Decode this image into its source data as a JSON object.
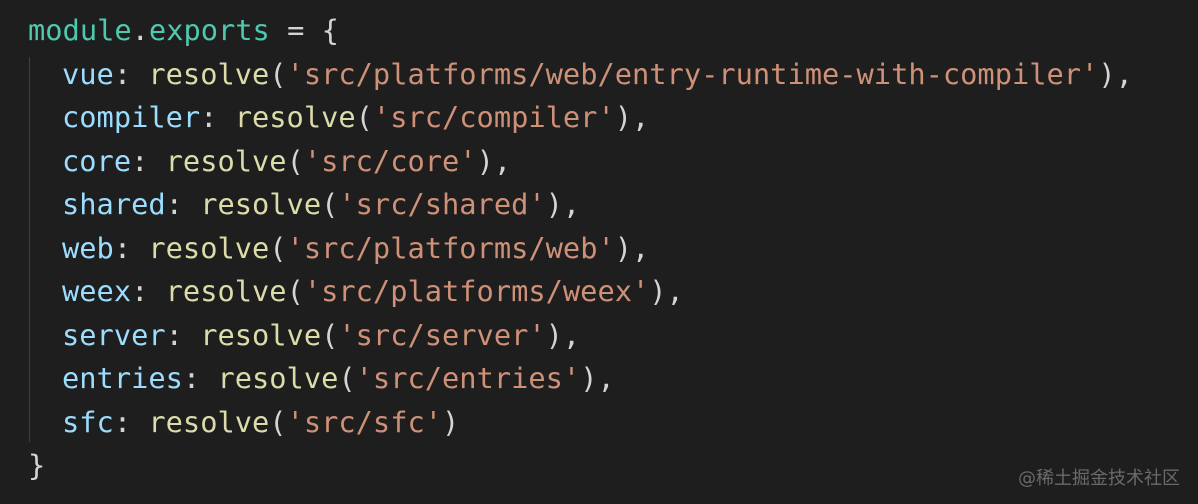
{
  "code": {
    "header": {
      "module": "module",
      "dot": ".",
      "exports": "exports",
      "rest": " = {"
    },
    "lines": [
      {
        "key": "vue",
        "colon": ":",
        "fn": "resolve",
        "open": "(",
        "arg": "'src/platforms/web/entry-runtime-with-compiler'",
        "close": "),"
      },
      {
        "key": "compiler",
        "colon": ":",
        "fn": "resolve",
        "open": "(",
        "arg": "'src/compiler'",
        "close": "),"
      },
      {
        "key": "core",
        "colon": ":",
        "fn": "resolve",
        "open": "(",
        "arg": "'src/core'",
        "close": "),"
      },
      {
        "key": "shared",
        "colon": ":",
        "fn": "resolve",
        "open": "(",
        "arg": "'src/shared'",
        "close": "),"
      },
      {
        "key": "web",
        "colon": ":",
        "fn": "resolve",
        "open": "(",
        "arg": "'src/platforms/web'",
        "close": "),"
      },
      {
        "key": "weex",
        "colon": ":",
        "fn": "resolve",
        "open": "(",
        "arg": "'src/platforms/weex'",
        "close": "),"
      },
      {
        "key": "server",
        "colon": ":",
        "fn": "resolve",
        "open": "(",
        "arg": "'src/server'",
        "close": "),"
      },
      {
        "key": "entries",
        "colon": ":",
        "fn": "resolve",
        "open": "(",
        "arg": "'src/entries'",
        "close": "),"
      },
      {
        "key": "sfc",
        "colon": ":",
        "fn": "resolve",
        "open": "(",
        "arg": "'src/sfc'",
        "close": ")"
      }
    ],
    "footer": "}"
  },
  "watermark": "@稀土掘金技术社区",
  "colors": {
    "background": "#1e1e1e",
    "variable": "#4ec9b0",
    "property": "#9cdcfe",
    "function": "#dcdcaa",
    "string": "#ce9178",
    "punctuation": "#d4d4d4"
  }
}
